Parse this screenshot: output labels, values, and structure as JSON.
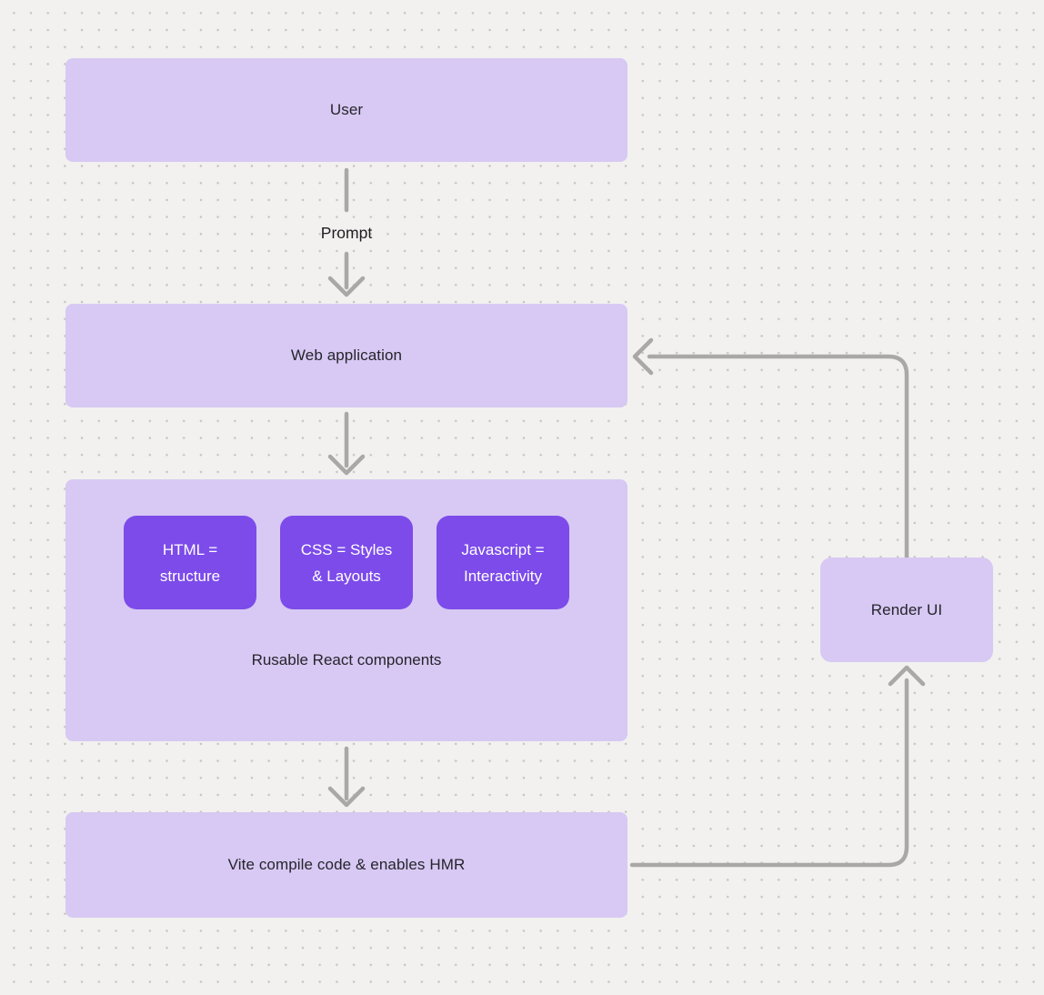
{
  "diagram": {
    "nodes": {
      "user": {
        "label": "User"
      },
      "web_application": {
        "label": "Web application"
      },
      "components_group": {
        "caption": "Rusable React components",
        "chips": [
          {
            "lines": [
              "HTML =",
              "structure"
            ]
          },
          {
            "lines": [
              "CSS = Styles",
              "& Layouts"
            ]
          },
          {
            "lines": [
              "Javascript =",
              "Interactivity"
            ]
          }
        ]
      },
      "vite": {
        "label": "Vite compile code & enables HMR"
      },
      "render_ui": {
        "label": "Render UI"
      }
    },
    "edges": {
      "prompt": {
        "label": "Prompt"
      }
    },
    "colors": {
      "background": "#f2f1ef",
      "dot": "#c8c5c1",
      "node_fill": "#d7c9f3",
      "node_text": "#26242c",
      "chip_fill": "#7c4bea",
      "chip_text": "#ffffff",
      "connector": "#a9a8a6"
    }
  }
}
